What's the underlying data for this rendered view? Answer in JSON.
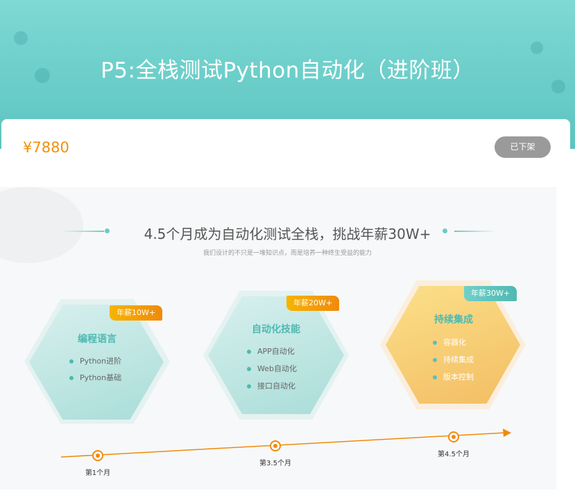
{
  "header": {
    "title": "P5:全栈测试Python自动化（进阶班）"
  },
  "product": {
    "price": "¥7880",
    "status_button": "已下架"
  },
  "banner": {
    "headline": "4.5个月成为自动化测试全栈，挑战年薪30W+",
    "subtitle": "我们设计的不只是一堆知识点，而是培养一种终生受益的能力",
    "stages": [
      {
        "badge": "年薪10W+",
        "name": "编程语言",
        "items": [
          "Python进阶",
          "Python基础"
        ]
      },
      {
        "badge": "年薪20W+",
        "name": "自动化技能",
        "items": [
          "APP自动化",
          "Web自动化",
          "接口自动化"
        ]
      },
      {
        "badge": "年薪30W+",
        "name": "持续集成",
        "items": [
          "容器化",
          "持续集成",
          "版本控制"
        ]
      }
    ],
    "timeline": [
      "第1个月",
      "第3.5个月",
      "第4.5个月"
    ]
  },
  "colors": {
    "teal": "#5cc4c0",
    "orange": "#f08a0c",
    "gray_button": "#9a9a9a"
  }
}
